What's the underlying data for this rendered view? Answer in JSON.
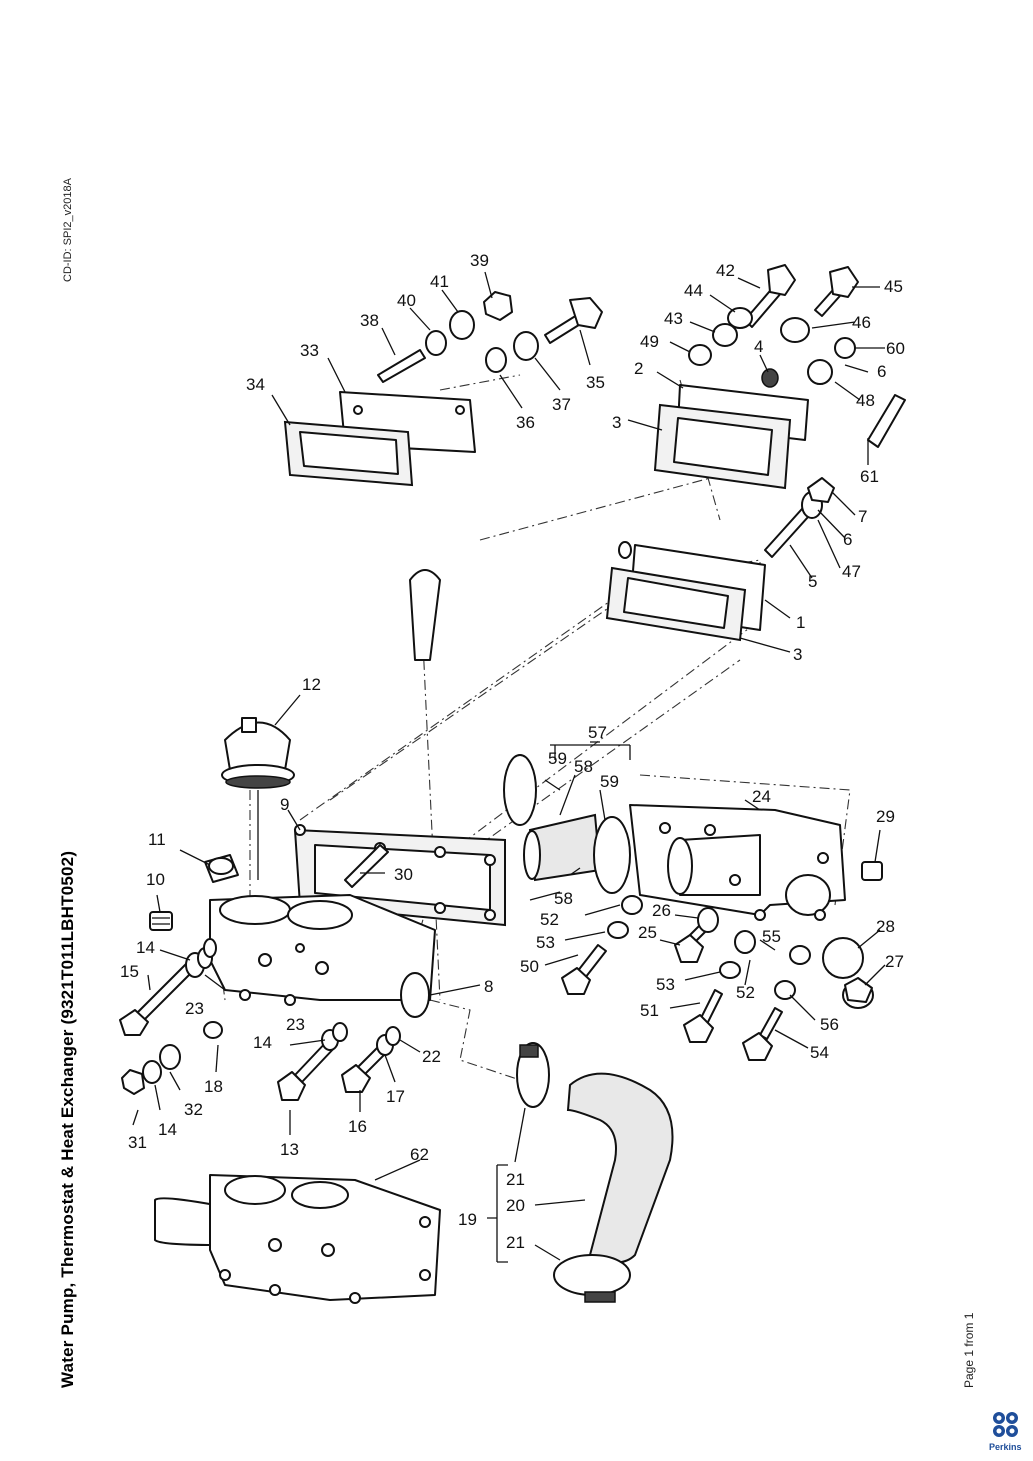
{
  "title": "Water Pump, Thermostat & Heat Exchanger (9321T011LBHT0502)",
  "cd_id": "CD-ID: SPI2_v2018A",
  "page_info": "Page 1 from 1",
  "logo_text": "Perkins",
  "callouts": [
    "1",
    "2",
    "3",
    "3",
    "4",
    "5",
    "6",
    "6",
    "7",
    "8",
    "9",
    "10",
    "11",
    "12",
    "13",
    "14",
    "14",
    "14",
    "15",
    "16",
    "17",
    "18",
    "19",
    "20",
    "21",
    "21",
    "22",
    "23",
    "23",
    "24",
    "25",
    "26",
    "27",
    "28",
    "29",
    "30",
    "31",
    "32",
    "33",
    "34",
    "35",
    "36",
    "37",
    "38",
    "39",
    "40",
    "41",
    "42",
    "43",
    "44",
    "45",
    "46",
    "47",
    "48",
    "49",
    "50",
    "51",
    "52",
    "52",
    "53",
    "53",
    "54",
    "55",
    "56",
    "57",
    "58",
    "58",
    "59",
    "59",
    "60",
    "61",
    "62"
  ]
}
